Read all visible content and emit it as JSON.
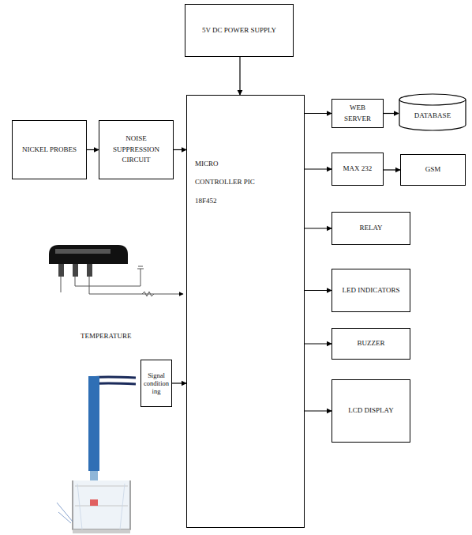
{
  "diagram": {
    "nodes": [
      {
        "text": [
          "5V DC POWER SUPPLY"
        ]
      },
      {
        "text": [
          "NICKEL PROBES"
        ]
      },
      {
        "text": [
          "NOISE SUPPRESSION CIRCUIT"
        ]
      },
      {
        "text": [
          "MICRO CONTROLLER PIC 18F452"
        ]
      },
      {
        "text": [
          "WEB SERVER"
        ]
      },
      {
        "text": [
          "DATABASE"
        ]
      },
      {
        "text": [
          "MAX 232"
        ]
      },
      {
        "text": [
          "GSM"
        ]
      },
      {
        "text": [
          "RELAY"
        ]
      },
      {
        "text": [
          "LED INDICATORS"
        ]
      },
      {
        "text": [
          "BUZZER"
        ]
      },
      {
        "text": [
          "LCD DISPLAY"
        ]
      },
      {
        "text": [
          "Signal conditioning"
        ]
      }
    ],
    "edges": [
      {
        "from": 0,
        "to": 3,
        "arrow": "to"
      },
      {
        "from": 1,
        "to": 2,
        "arrow": "to"
      },
      {
        "from": 2,
        "to": 3,
        "arrow": "to"
      },
      {
        "from": 3,
        "to": 4,
        "arrow": "to"
      },
      {
        "from": 4,
        "to": 5,
        "arrow": "to"
      },
      {
        "from": 3,
        "to": 6,
        "arrow": "to"
      },
      {
        "from": 6,
        "to": 7,
        "arrow": "to"
      },
      {
        "from": 3,
        "to": 8,
        "arrow": "to"
      },
      {
        "from": 3,
        "to": 9,
        "arrow": "to"
      },
      {
        "from": 3,
        "to": 10,
        "arrow": "to"
      },
      {
        "from": 3,
        "to": 11,
        "arrow": "to"
      },
      {
        "from": 12,
        "to": 3,
        "arrow": "to"
      }
    ],
    "labels": [
      "TEMPERATURE"
    ]
  }
}
